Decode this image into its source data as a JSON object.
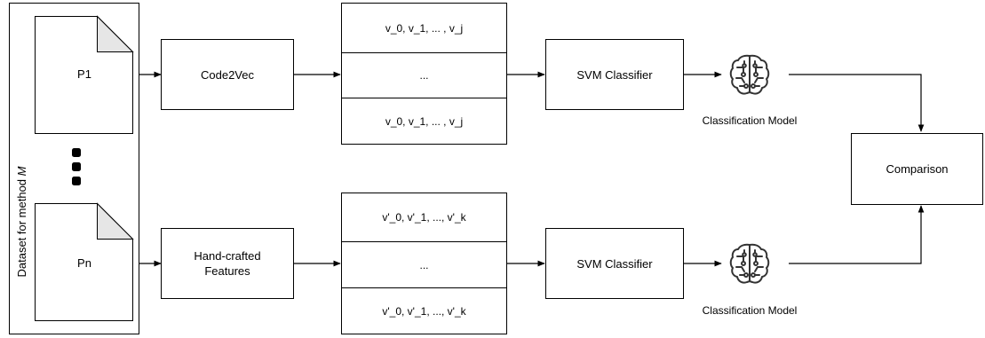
{
  "dataset": {
    "label_prefix": "Dataset for method ",
    "label_var": "M",
    "docs": [
      "P1",
      "Pn"
    ]
  },
  "extractors": {
    "code2vec": "Code2Vec",
    "handcrafted": "Hand-crafted Features"
  },
  "vectors": {
    "top": [
      "v_0, v_1, ... , v_j",
      "...",
      "v_0, v_1, ... , v_j"
    ],
    "bottom": [
      "v'_0, v'_1, ..., v'_k",
      "...",
      "v'_0, v'_1, ..., v'_k"
    ]
  },
  "classifiers": {
    "top": "SVM Classifier",
    "bottom": "SVM Classifier"
  },
  "models": {
    "top": "Classification Model",
    "bottom": "Classification Model",
    "icon": "brain-circuit-icon"
  },
  "comparison": "Comparison",
  "colors": {
    "stroke": "#000000",
    "fold": "#e6e6e6",
    "icon": "#333333"
  }
}
